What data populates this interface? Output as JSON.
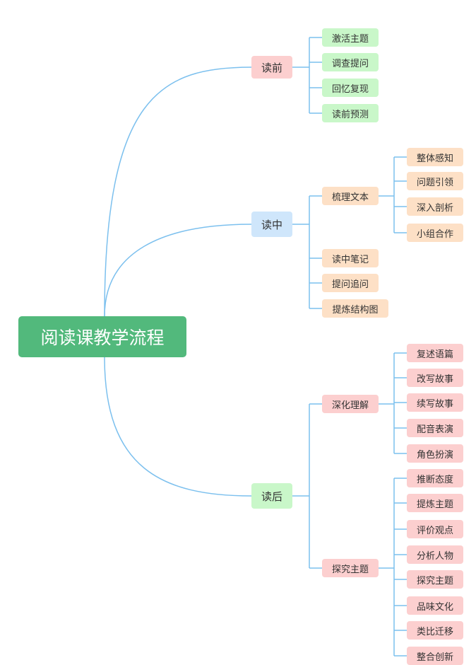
{
  "colors": {
    "line": "#7cc0ee",
    "root": "#52b97c",
    "pink": "#fccfcf",
    "blue": "#cfe6fb",
    "green": "#c9f7c9",
    "orange": "#fde0c6"
  },
  "mindmap": {
    "root": {
      "label": "阅读课教学流程"
    },
    "branches": [
      {
        "label": "读前",
        "color": "pink",
        "children": [
          {
            "label": "激活主题",
            "color": "green"
          },
          {
            "label": "调查提问",
            "color": "green"
          },
          {
            "label": "回忆复现",
            "color": "green"
          },
          {
            "label": "读前预测",
            "color": "green"
          }
        ]
      },
      {
        "label": "读中",
        "color": "blue",
        "children": [
          {
            "label": "梳理文本",
            "color": "orange",
            "children": [
              {
                "label": "整体感知",
                "color": "orange"
              },
              {
                "label": "问题引领",
                "color": "orange"
              },
              {
                "label": "深入剖析",
                "color": "orange"
              },
              {
                "label": "小组合作",
                "color": "orange"
              }
            ]
          },
          {
            "label": "读中笔记",
            "color": "orange"
          },
          {
            "label": "提问追问",
            "color": "orange"
          },
          {
            "label": "提炼结构图",
            "color": "orange"
          }
        ]
      },
      {
        "label": "读后",
        "color": "green",
        "children": [
          {
            "label": "深化理解",
            "color": "pink",
            "children": [
              {
                "label": "复述语篇",
                "color": "pink"
              },
              {
                "label": "改写故事",
                "color": "pink"
              },
              {
                "label": "续写故事",
                "color": "pink"
              },
              {
                "label": "配音表演",
                "color": "pink"
              },
              {
                "label": "角色扮演",
                "color": "pink"
              }
            ]
          },
          {
            "label": "探究主题",
            "color": "pink",
            "children": [
              {
                "label": "推断态度",
                "color": "pink"
              },
              {
                "label": "提炼主题",
                "color": "pink"
              },
              {
                "label": "评价观点",
                "color": "pink"
              },
              {
                "label": "分析人物",
                "color": "pink"
              },
              {
                "label": "探究主题",
                "color": "pink"
              },
              {
                "label": "品味文化",
                "color": "pink"
              },
              {
                "label": "类比迁移",
                "color": "pink"
              },
              {
                "label": "整合创新",
                "color": "pink"
              }
            ]
          }
        ]
      }
    ]
  }
}
